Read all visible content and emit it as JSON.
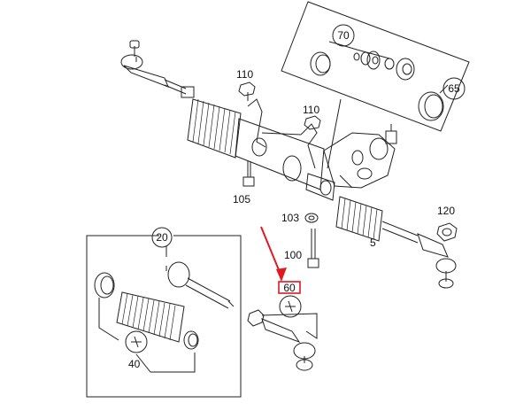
{
  "diagram": {
    "part_labels": {
      "p5": "5",
      "p20": "20",
      "p40": "40",
      "p60": "60",
      "p65": "65",
      "p70": "70",
      "p100": "100",
      "p103": "103",
      "p105": "105",
      "p110a": "110",
      "p110b": "110",
      "p120": "120"
    },
    "highlight": {
      "part": "60",
      "color": "#e0191f"
    },
    "line_color": "#222222"
  }
}
